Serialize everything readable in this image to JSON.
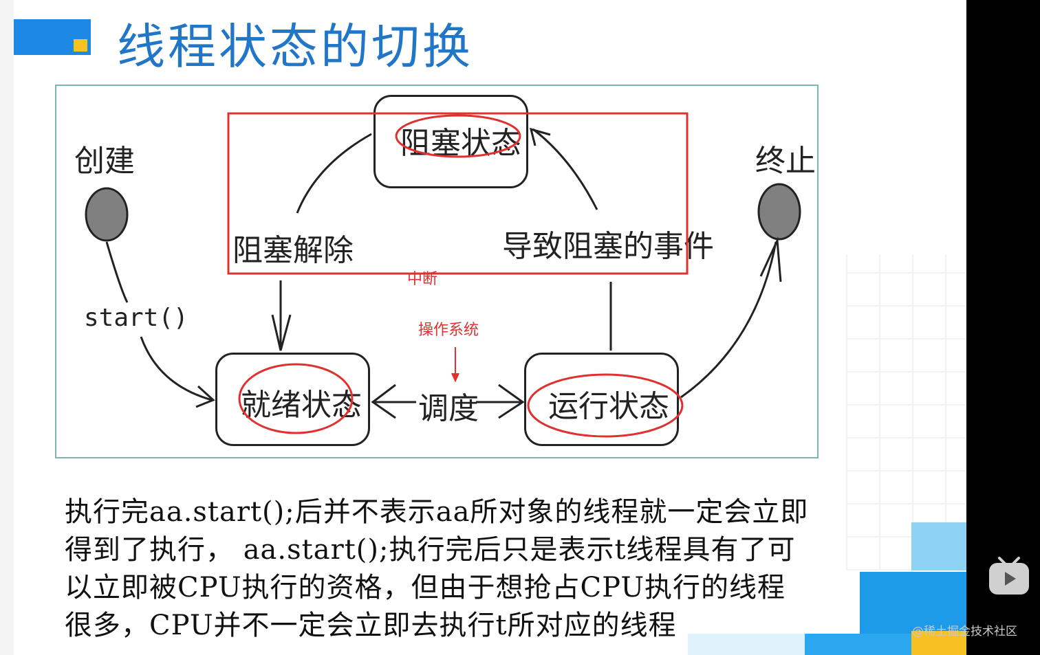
{
  "title": "线程状态的切换",
  "diagram": {
    "states": {
      "blocked": "阻塞状态",
      "ready": "就绪状态",
      "running": "运行状态"
    },
    "labels": {
      "create": "创建",
      "terminate": "终止",
      "start": "start()",
      "unblock": "阻塞解除",
      "block_event": "导致阻塞的事件",
      "schedule": "调度"
    },
    "annotations": {
      "interrupt": "中断",
      "os": "操作系统"
    }
  },
  "body_lines": [
    "执行完aa.start();后并不表示aa所对象的线程就一定会立即",
    "得到了执行， aa.start();执行完后只是表示t线程具有了可",
    "以立即被CPU执行的资格，但由于想抢占CPU执行的线程",
    "很多，CPU并不一定会立即去执行t所对应的线程"
  ],
  "watermark": "@稀土掘金技术社区",
  "colors": {
    "title": "#2176c8",
    "header_bar": "#1e88e5",
    "header_square": "#f7c221",
    "annotation_red": "#e03030",
    "diagram_border": "#7ab5b1"
  }
}
